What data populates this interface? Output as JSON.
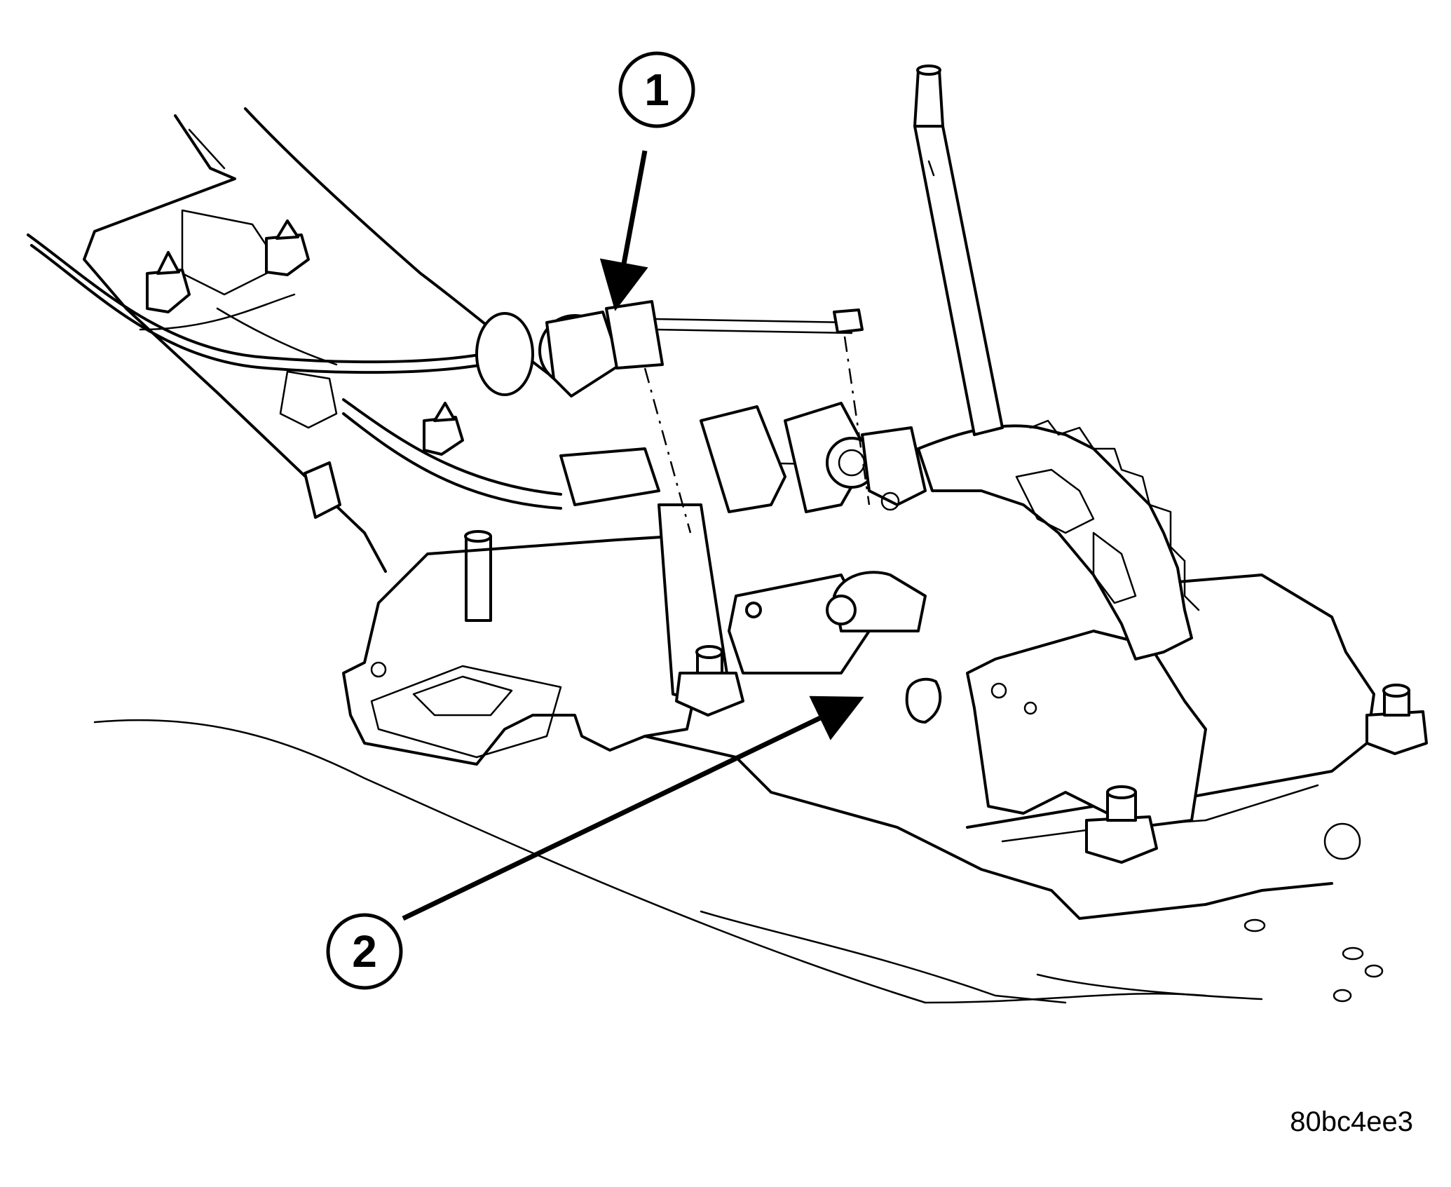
{
  "callouts": [
    {
      "id": "callout-1",
      "label": "1"
    },
    {
      "id": "callout-2",
      "label": "2"
    }
  ],
  "figure_id": "80bc4ee3",
  "colors": {
    "line": "#000000",
    "background": "#ffffff"
  }
}
